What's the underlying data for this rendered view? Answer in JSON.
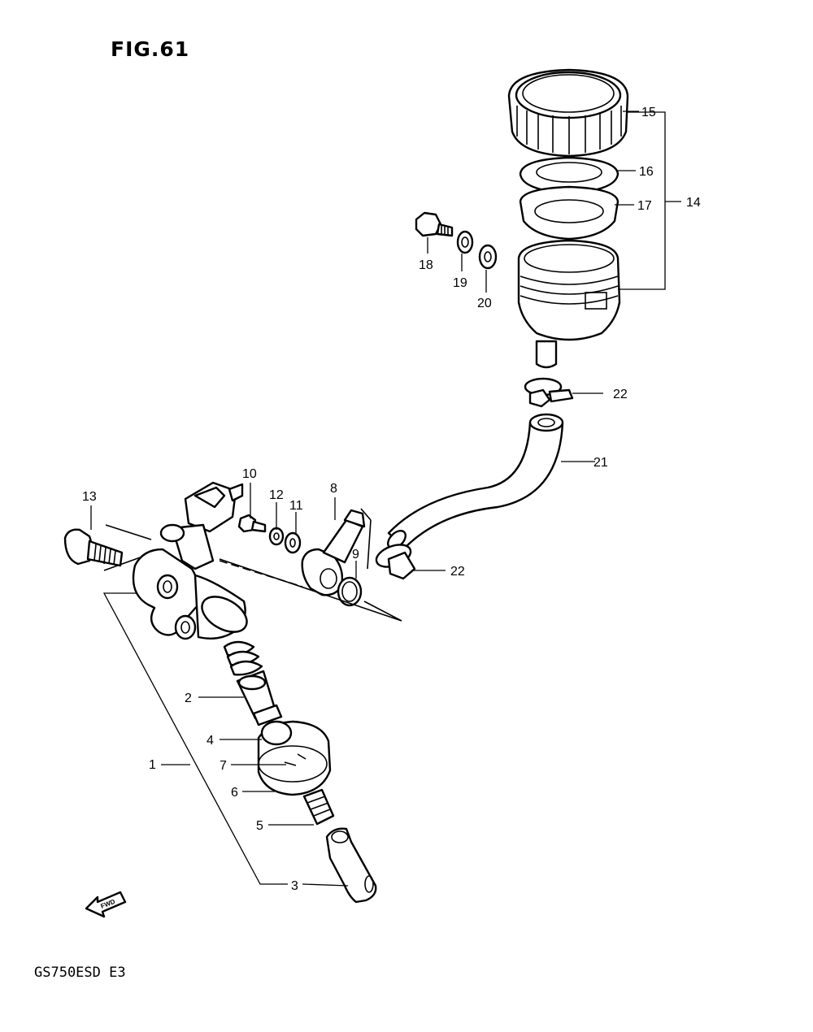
{
  "title": "FIG.61",
  "model_code": "GS750ESD E3",
  "fwd_label": "FWD",
  "callouts": {
    "c1": "1",
    "c2": "2",
    "c3": "3",
    "c4": "4",
    "c5": "5",
    "c6": "6",
    "c7": "7",
    "c8": "8",
    "c9": "9",
    "c10": "10",
    "c11": "11",
    "c12": "12",
    "c13": "13",
    "c14": "14",
    "c15": "15",
    "c16": "16",
    "c17": "17",
    "c18": "18",
    "c19": "19",
    "c20": "20",
    "c21": "21",
    "c22a": "22",
    "c22b": "22"
  }
}
